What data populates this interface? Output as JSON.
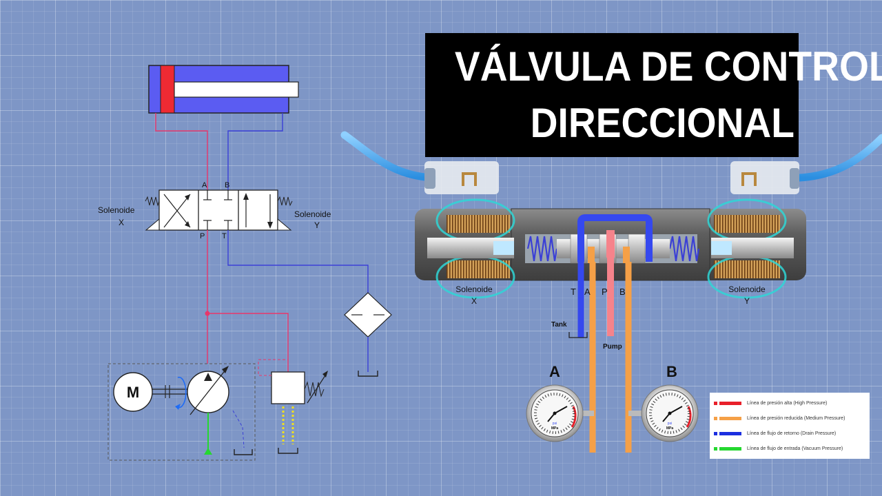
{
  "title": {
    "line1": "VÁLVULA DE CONTROL",
    "line2": "DIRECCIONAL"
  },
  "schematic": {
    "port_a": "A",
    "port_b": "B",
    "port_p": "P",
    "port_t": "T",
    "solenoid_x_name": "Solenoide",
    "solenoid_x_letter": "X",
    "solenoid_y_name": "Solenoide",
    "solenoid_y_letter": "Y",
    "motor_label": "M"
  },
  "valve": {
    "solenoid_x_name": "Solenoide",
    "solenoid_x_letter": "X",
    "solenoid_y_name": "Solenoide",
    "solenoid_y_letter": "Y",
    "port_t": "T",
    "port_a": "A",
    "port_p": "P",
    "port_b": "B",
    "tank_label": "Tank",
    "pump_label": "Pump"
  },
  "gauges": {
    "a_label": "A",
    "b_label": "B",
    "unit_top": "psi",
    "unit_bottom": "MPa"
  },
  "legend": [
    {
      "label": "Línea de presión alta (High Pressure)",
      "color": "#e8202a"
    },
    {
      "label": "Línea de presión reducida (Medium Pressure)",
      "color": "#f5a047"
    },
    {
      "label": "Línea de flujo de retorno (Drain Pressure)",
      "color": "#1c2fe0"
    },
    {
      "label": "Línea de  flujo de entrada (Vacuum Pressure)",
      "color": "#25d830"
    }
  ],
  "colors": {
    "high_pressure": "#e8202a",
    "medium_pressure": "#f5a047",
    "return": "#1c2fe0",
    "suction": "#25d830",
    "hose": "#3aa8f0",
    "coil_glow": "#2fd6d6"
  }
}
